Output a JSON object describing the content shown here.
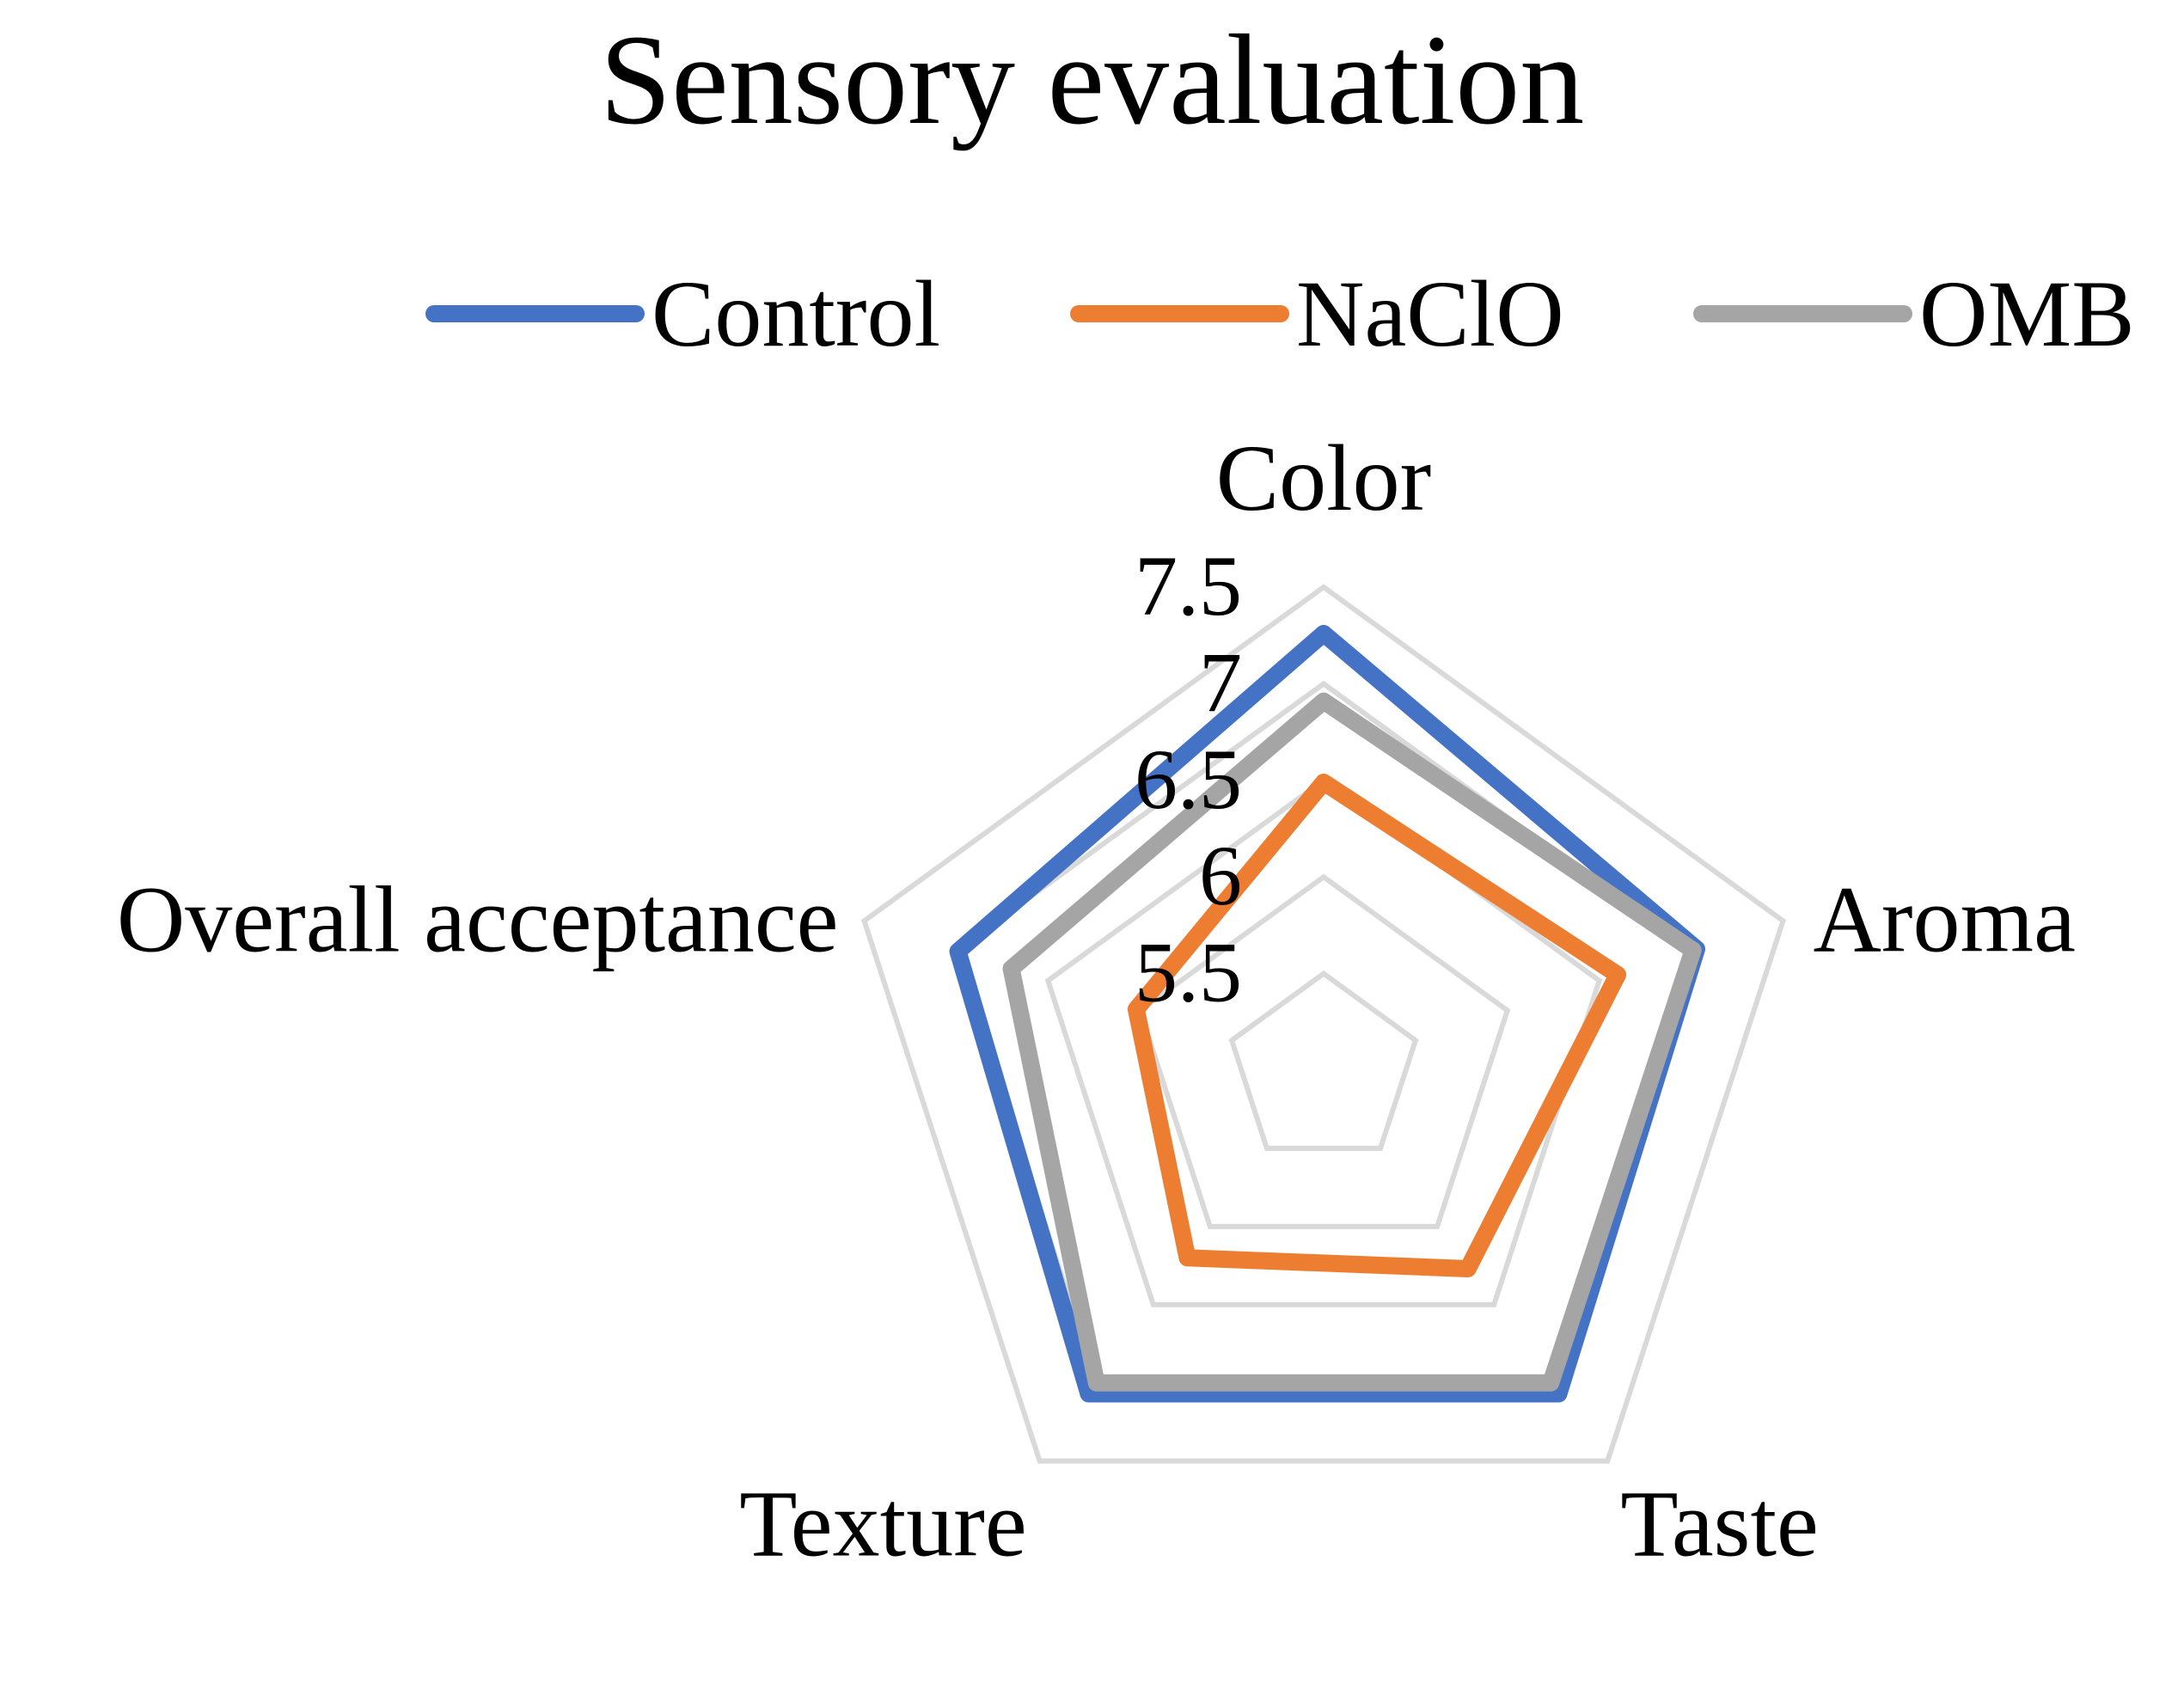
{
  "chart_data": {
    "type": "radar",
    "title": "Sensory evaluation",
    "categories": [
      "Color",
      "Aroma",
      "Taste",
      "Texture",
      "Overall acceptance"
    ],
    "rlim": [
      5.0,
      7.5
    ],
    "ticks": [
      5.5,
      6,
      6.5,
      7,
      7.5
    ],
    "tick_labels": [
      "5.5",
      "6",
      "6.5",
      "7",
      "7.5"
    ],
    "grid": true,
    "grid_color": "#d9d9d9",
    "legend_position": "top",
    "series": [
      {
        "name": "Control",
        "color": "#4472c4",
        "values": [
          7.26,
          7.03,
          7.07,
          7.07,
          6.99
        ]
      },
      {
        "name": "NaClO",
        "color": "#ed7d31",
        "values": [
          6.49,
          6.6,
          6.27,
          6.2,
          6.02
        ]
      },
      {
        "name": "OMB",
        "color": "#a5a5a5",
        "values": [
          6.91,
          7.01,
          7.0,
          7.0,
          6.7
        ]
      }
    ]
  }
}
